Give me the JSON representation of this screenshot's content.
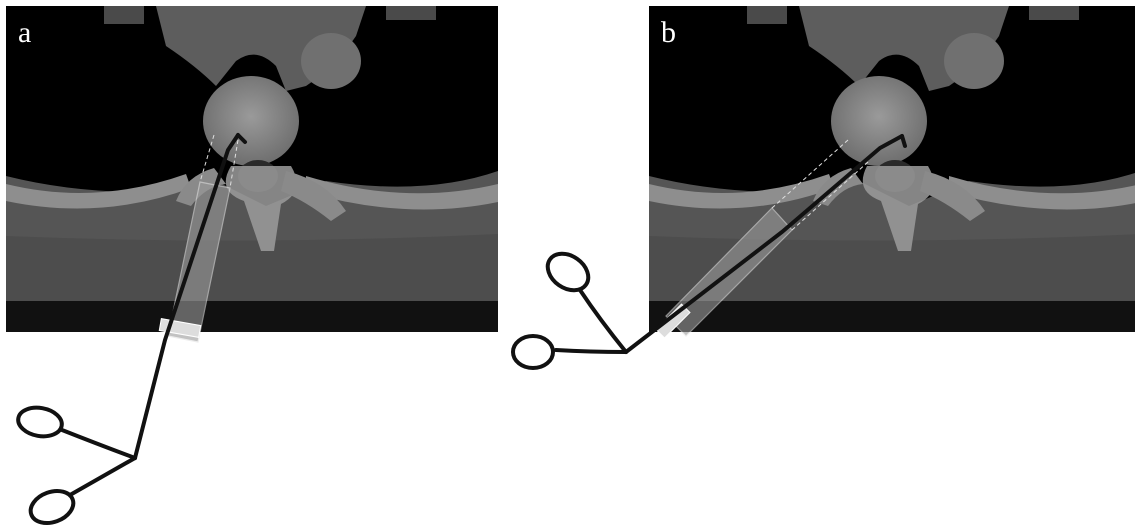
{
  "panels": [
    {
      "label": "a"
    },
    {
      "label": "b"
    }
  ],
  "colors": {
    "background": "#ffffff",
    "ct_black": "#000000",
    "bone": "#b9b9b9",
    "soft_tissue": "#5a5a5a",
    "instrument": "#111111",
    "sheath": "#9a9a9a"
  },
  "icons": [
    "ct-scan-image",
    "forceps-icon",
    "sheath-icon"
  ]
}
